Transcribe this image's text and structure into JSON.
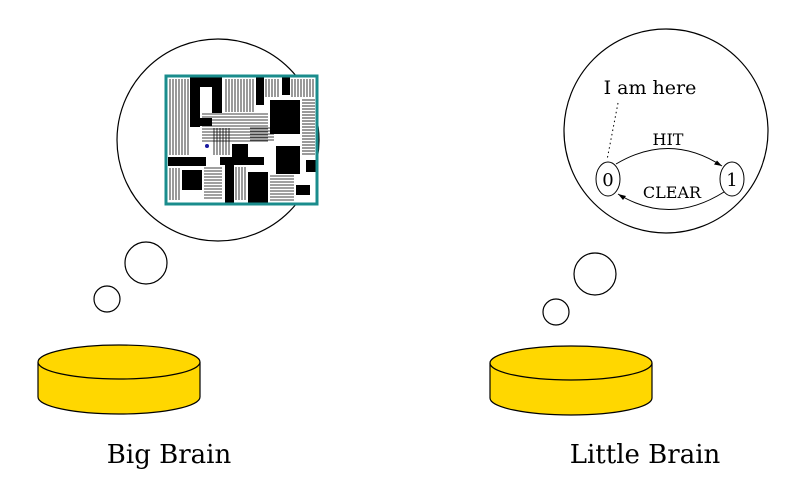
{
  "left_panel": {
    "caption": "Big Brain"
  },
  "right_panel": {
    "caption": "Little Brain",
    "pointer_label": "I am here",
    "state_0": "0",
    "state_1": "1",
    "transition_top": "HIT",
    "transition_bottom": "CLEAR"
  },
  "colors": {
    "disk_fill": "#FFD700",
    "maze_border": "#1a8c8c",
    "agent_dot": "#1a1aa0",
    "ink": "#000000"
  }
}
